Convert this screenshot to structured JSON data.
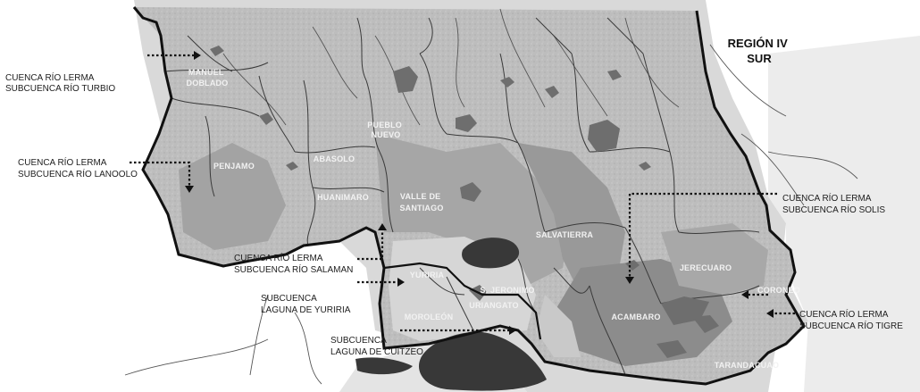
{
  "region": {
    "title_line1": "REGIÓN IV",
    "title_line2": "SUR"
  },
  "municipalities": [
    {
      "id": "manuel-doblado",
      "line1": "MANUEL",
      "line2": "DOBLADO"
    },
    {
      "id": "penjamo",
      "line1": "PENJAMO",
      "line2": ""
    },
    {
      "id": "abasolo",
      "line1": "ABASOLO",
      "line2": ""
    },
    {
      "id": "pueblo-nuevo",
      "line1": "PUEBLO",
      "line2": "NUEVO"
    },
    {
      "id": "huanimaro",
      "line1": "HUANIMARO",
      "line2": ""
    },
    {
      "id": "valle-de-santiago",
      "line1": "VALLE DE",
      "line2": "SANTIAGO"
    },
    {
      "id": "salvatierra",
      "line1": "SALVATIERRA",
      "line2": ""
    },
    {
      "id": "jerecuaro",
      "line1": "JERECUARO",
      "line2": ""
    },
    {
      "id": "yuriria",
      "line1": "YURIRIA",
      "line2": ""
    },
    {
      "id": "s-jeronimo",
      "line1": "S. JERONIMO",
      "line2": ""
    },
    {
      "id": "uriangato",
      "line1": "URIANGATO",
      "line2": ""
    },
    {
      "id": "moroleon",
      "line1": "MOROLEÓN",
      "line2": ""
    },
    {
      "id": "acambaro",
      "line1": "ACAMBARO",
      "line2": ""
    },
    {
      "id": "coroneo",
      "line1": "CORONEO",
      "line2": ""
    },
    {
      "id": "tarandacuao",
      "line1": "TARANDACUAO",
      "line2": ""
    }
  ],
  "annotations": [
    {
      "id": "turbio",
      "line1": "CUENCA RÍO LERMA",
      "line2": "SUBCUENCA RÍO TURBIO"
    },
    {
      "id": "lanoolo",
      "line1": "CUENCA RÍO LERMA",
      "line2": "SUBCUENCA RÍO LANOOLO"
    },
    {
      "id": "salaman",
      "line1": "CUENCA RÍO LERMA",
      "line2": "SUBCUENCA RÍO SALAMAN"
    },
    {
      "id": "yuriria",
      "line1": "SUBCUENCA",
      "line2": "LAGUNA DE YURIRIA"
    },
    {
      "id": "cuitzeo",
      "line1": "SUBCUENCA",
      "line2": "LAGUNA DE CUITZEO"
    },
    {
      "id": "solis",
      "line1": "CUENCA RÍO LERMA",
      "line2": "SUBCUENCA RÍO SOLIS"
    },
    {
      "id": "tigre",
      "line1": "CUENCA RÍO LERMA",
      "line2": "SUBCUENCA RÍO TIGRE"
    }
  ],
  "colors": {
    "background": "#ffffff",
    "outside": "#d9d9d9",
    "region_fill": "#bdbdbd",
    "region_mid": "#a6a6a6",
    "region_dark": "#8c8c8c",
    "urban": "#6e6e6e",
    "water": "#383838",
    "border": "#111111",
    "muni_line": "#3a3a3a"
  }
}
